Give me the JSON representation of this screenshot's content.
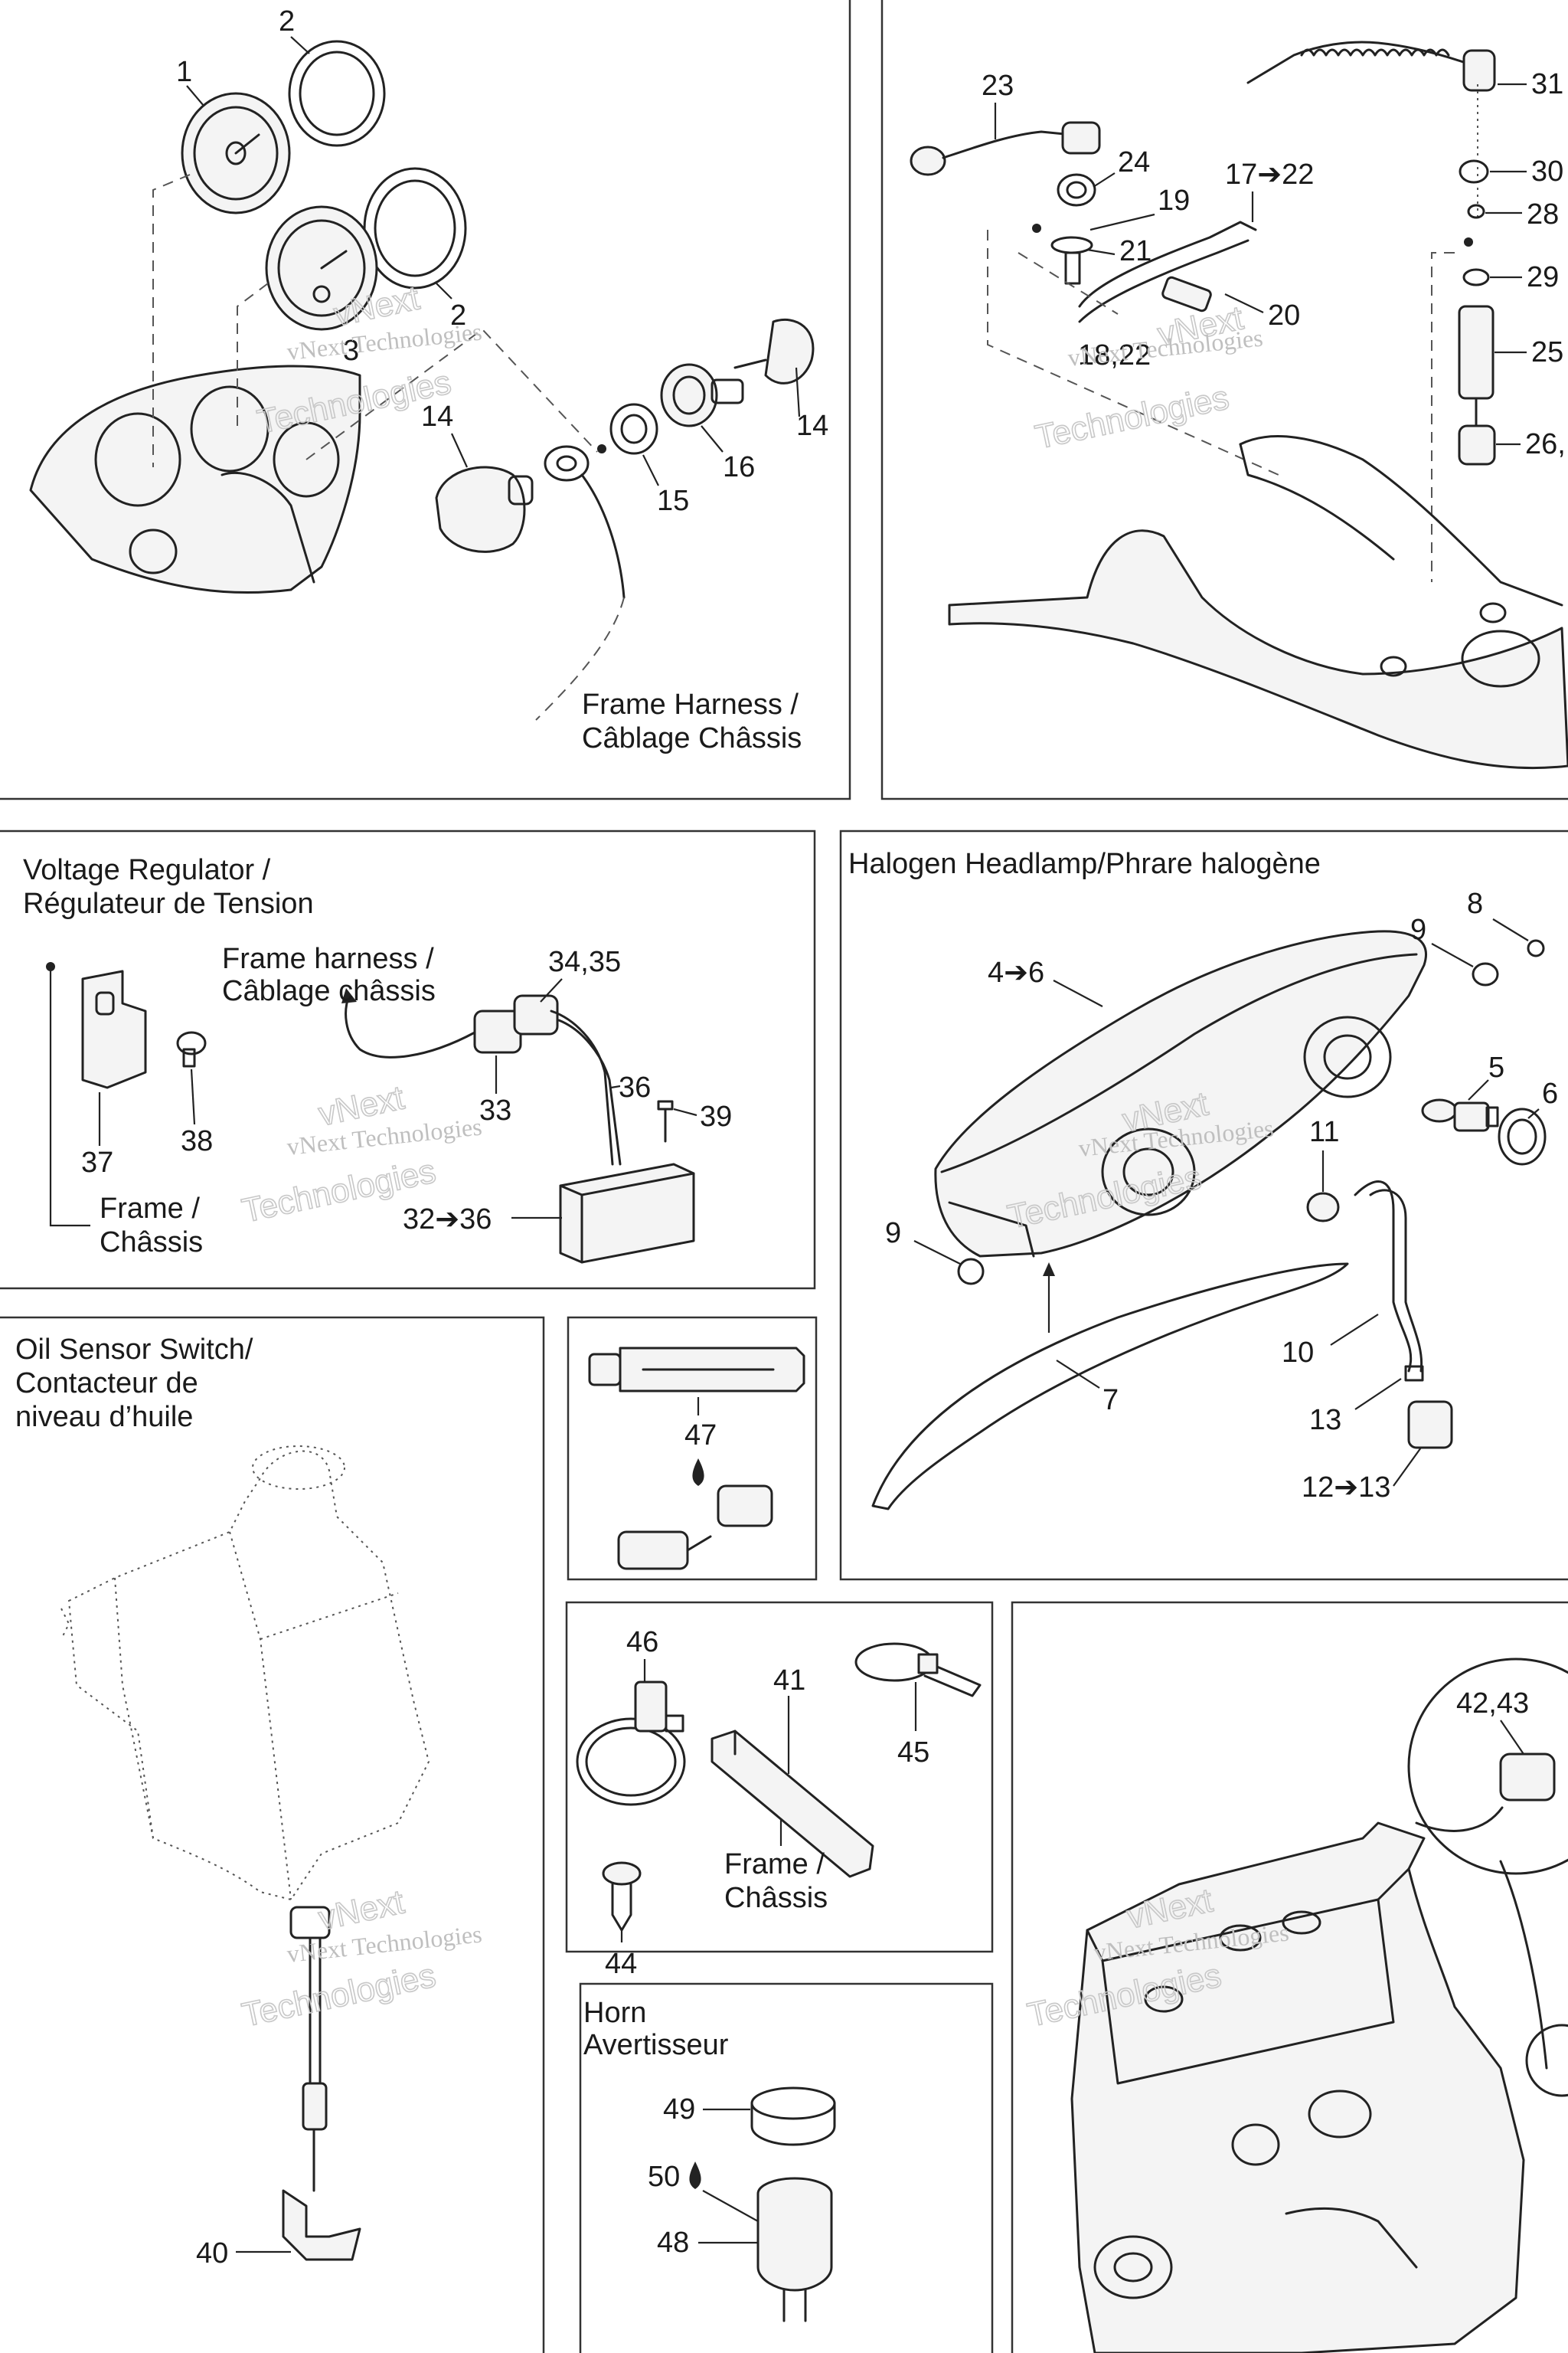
{
  "callouts": [
    {
      "id": "c1",
      "text": "1"
    },
    {
      "id": "c2a",
      "text": "2"
    },
    {
      "id": "c2b",
      "text": "2"
    },
    {
      "id": "c3",
      "text": "3"
    },
    {
      "id": "c14a",
      "text": "14"
    },
    {
      "id": "c14b",
      "text": "14"
    },
    {
      "id": "c15",
      "text": "15"
    },
    {
      "id": "c16",
      "text": "16"
    },
    {
      "id": "c23",
      "text": "23"
    },
    {
      "id": "c24",
      "text": "24"
    },
    {
      "id": "c19",
      "text": "19"
    },
    {
      "id": "c21",
      "text": "21"
    },
    {
      "id": "c17",
      "text": "17➔22"
    },
    {
      "id": "c20",
      "text": "20"
    },
    {
      "id": "c18",
      "text": "18,22"
    },
    {
      "id": "c31",
      "text": "31"
    },
    {
      "id": "c30",
      "text": "30"
    },
    {
      "id": "c28",
      "text": "28"
    },
    {
      "id": "c29",
      "text": "29"
    },
    {
      "id": "c25",
      "text": "25"
    },
    {
      "id": "c26",
      "text": "26,"
    },
    {
      "id": "c34",
      "text": "34,35"
    },
    {
      "id": "c36a",
      "text": "36"
    },
    {
      "id": "c33",
      "text": "33"
    },
    {
      "id": "c39",
      "text": "39"
    },
    {
      "id": "c37",
      "text": "37"
    },
    {
      "id": "c38",
      "text": "38"
    },
    {
      "id": "c32",
      "text": "32➔36"
    },
    {
      "id": "c8",
      "text": "8"
    },
    {
      "id": "c9a",
      "text": "9"
    },
    {
      "id": "c4",
      "text": "4➔6"
    },
    {
      "id": "c5",
      "text": "5"
    },
    {
      "id": "c6",
      "text": "6"
    },
    {
      "id": "c11",
      "text": "11"
    },
    {
      "id": "c9b",
      "text": "9"
    },
    {
      "id": "c10",
      "text": "10"
    },
    {
      "id": "c7",
      "text": "7"
    },
    {
      "id": "c13",
      "text": "13"
    },
    {
      "id": "c12",
      "text": "12➔13"
    },
    {
      "id": "c47",
      "text": "47"
    },
    {
      "id": "c46",
      "text": "46"
    },
    {
      "id": "c41",
      "text": "41"
    },
    {
      "id": "c45",
      "text": "45"
    },
    {
      "id": "c44",
      "text": "44"
    },
    {
      "id": "c42",
      "text": "42,43"
    },
    {
      "id": "c49",
      "text": "49"
    },
    {
      "id": "c50",
      "text": "50"
    },
    {
      "id": "c48",
      "text": "48"
    },
    {
      "id": "c40",
      "text": "40"
    }
  ],
  "labels": {
    "frame_harness_top_1": "Frame Harness /",
    "frame_harness_top_2": "Câblage Châssis",
    "voltage_regulator_1": "Voltage Regulator /",
    "voltage_regulator_2": "Régulateur de Tension",
    "frame_harness_vr_1": "Frame harness /",
    "frame_harness_vr_2": "Câblage châssis",
    "frame_vr_1": "Frame /",
    "frame_vr_2": "Châssis",
    "halogen_headlamp": "Halogen Headlamp/Phrare halogène",
    "oil_sensor_1": "Oil Sensor Switch/",
    "oil_sensor_2": "Contacteur de",
    "oil_sensor_3": "niveau d’huile",
    "frame_ties_1": "Frame /",
    "frame_ties_2": "Châssis",
    "horn_1": "Horn",
    "horn_2": "Avertisseur"
  },
  "watermark": {
    "line1": "vNext",
    "line2": "Technologies",
    "small": "vNext Technologies"
  },
  "colors": {
    "line": "#222222",
    "watermark": "#c8c8c8",
    "background": "#ffffff"
  }
}
